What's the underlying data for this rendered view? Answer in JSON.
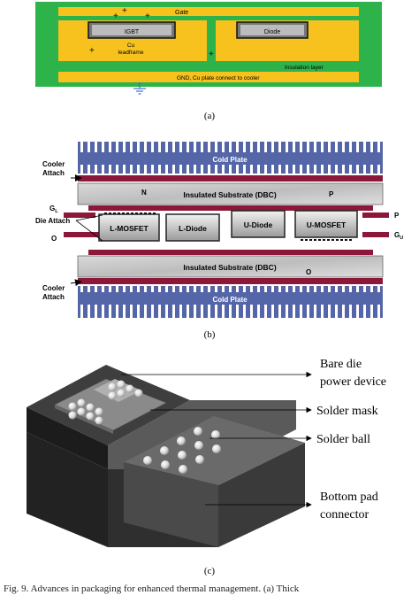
{
  "panel_a": {
    "caption": "(a)",
    "labels": {
      "gate": "Gate",
      "igbt": "IGBT",
      "diode": "Diode",
      "cu_leadframe_1": "Cu",
      "cu_leadframe_2": "leadframe",
      "insulation": "Insulation layer",
      "gnd": "GND, Cu plate connect to cooler"
    },
    "colors": {
      "green": "#2db34a",
      "gold": "#f7c21e",
      "black": "#111111"
    }
  },
  "panel_b": {
    "caption": "(b)",
    "labels": {
      "cold_plate_top": "Cold Plate",
      "cold_plate_bottom": "Cold Plate",
      "substrate_top": "Insulated Substrate (DBC)",
      "substrate_bottom": "Insulated Substrate (DBC)",
      "cooler_attach_top_1": "Cooler",
      "cooler_attach_top_2": "Attach",
      "cooler_attach_bottom_1": "Cooler",
      "cooler_attach_bottom_2": "Attach",
      "die_attach": "Die Attach",
      "n": "N",
      "p_top": "P",
      "gl": "G",
      "gl_sub": "L",
      "o_left": "O",
      "o_bottom": "O",
      "p_right": "P",
      "gu": "G",
      "gu_sub": "U",
      "l_mosfet": "L-MOSFET",
      "l_diode": "L-Diode",
      "u_diode": "U-Diode",
      "u_mosfet": "U-MOSFET"
    },
    "colors": {
      "blue": "#5566a8",
      "maroon": "#8b1838",
      "gray": "#c9c9c9"
    }
  },
  "panel_c": {
    "caption": "(c)",
    "labels": {
      "bare_die_1": "Bare die",
      "bare_die_2": "power device",
      "solder_mask": "Solder mask",
      "solder_ball": "Solder ball",
      "bottom_pad_1": "Bottom pad",
      "bottom_pad_2": "connector"
    }
  },
  "figure_caption": "Fig. 9.   Advances in packaging for enhanced thermal management. (a) Thick"
}
